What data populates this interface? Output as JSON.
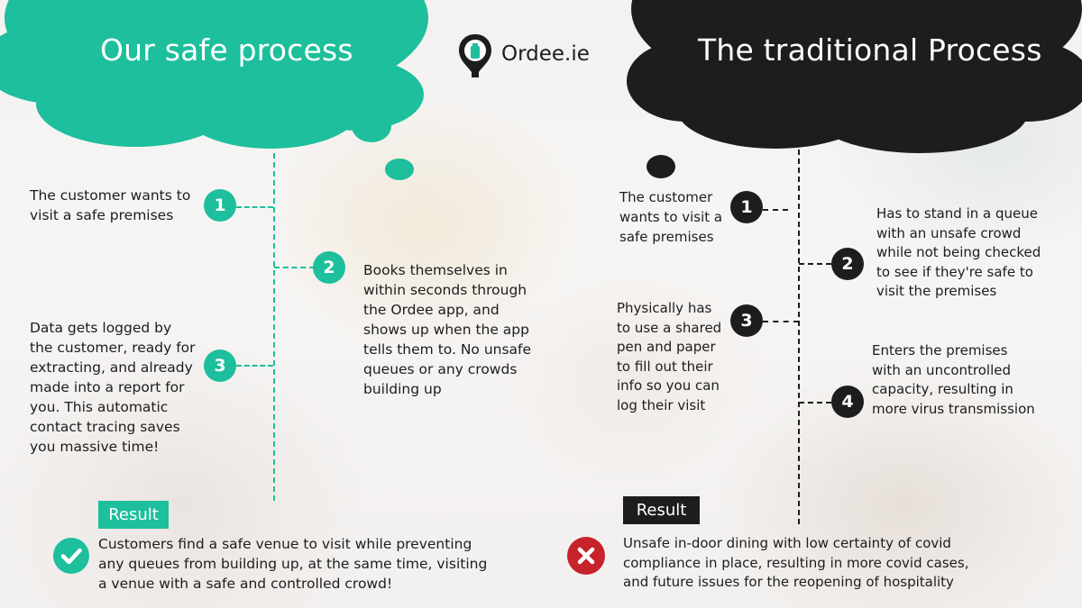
{
  "brand": {
    "name": "Ordee.ie"
  },
  "colors": {
    "teal": "#1dbf9c",
    "dark": "#1d1d1d",
    "red": "#c6232b"
  },
  "left": {
    "title": "Our safe process",
    "steps": [
      {
        "number": "1",
        "text": "The customer wants to visit a safe premises"
      },
      {
        "number": "2",
        "text": "Books themselves in within seconds through the Ordee app, and shows up when the app tells them to. No unsafe queues or any crowds building up"
      },
      {
        "number": "3",
        "text": "Data gets logged by the customer, ready for extracting, and already made into a report for you. This automatic contact tracing saves you massive time!"
      }
    ],
    "result": {
      "label": "Result",
      "icon": "check-icon",
      "text": "Customers find a safe venue to visit while preventing any queues from building up, at the same time, visiting a venue with a safe and controlled crowd!"
    }
  },
  "right": {
    "title": "The traditional Process",
    "steps": [
      {
        "number": "1",
        "text": "The customer wants to visit a safe premises"
      },
      {
        "number": "2",
        "text": "Has to stand in a queue with an unsafe crowd while not being checked to see if they're safe to visit the premises"
      },
      {
        "number": "3",
        "text": "Physically has to use a shared pen and paper to fill out their info so you can log their visit"
      },
      {
        "number": "4",
        "text": "Enters the premises with an uncontrolled capacity, resulting in more virus transmission"
      }
    ],
    "result": {
      "label": "Result",
      "icon": "cross-icon",
      "text": "Unsafe in-door dining with low certainty of covid compliance in place, resulting in more covid cases, and future issues for the reopening of hospitality"
    }
  }
}
